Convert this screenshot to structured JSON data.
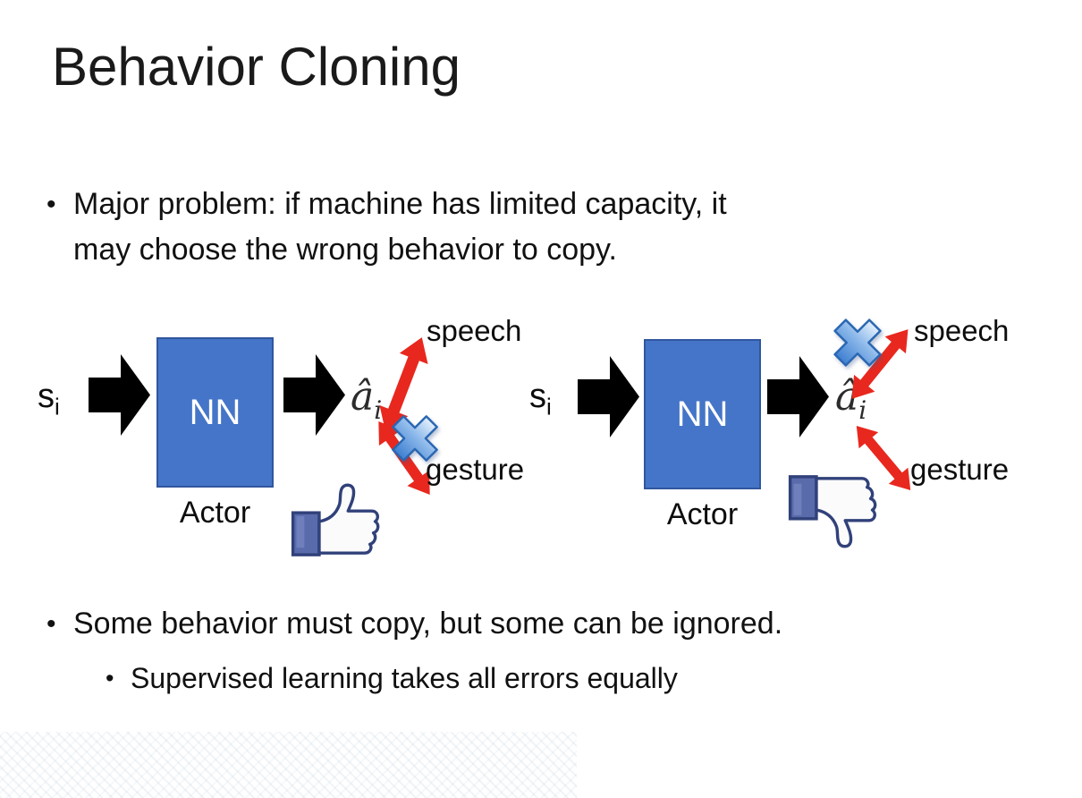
{
  "slide": {
    "title": "Behavior Cloning",
    "bullet_char": "•",
    "bullet1_lines": [
      "Major problem: if machine has limited capacity, it",
      "may choose the wrong behavior to copy."
    ],
    "bullet2": "Some behavior must copy, but some can be ignored.",
    "bullet2_sub": "Supervised learning takes all errors equally"
  },
  "diagram": {
    "input_label": "s",
    "input_sub": "i",
    "nn_label": "NN",
    "actor_label": "Actor",
    "output_label": "â",
    "output_sub": "i",
    "speech_label": "speech",
    "gesture_label": "gesture"
  },
  "colors": {
    "nn_fill": "#4575C8",
    "nn_border": "#31569E",
    "flow_arrow": "#000000",
    "link_arrow_red": "#E8281E",
    "x_light": "#E4F0FC",
    "x_mid": "#8CB8EA",
    "x_dark": "#3E7FD0",
    "x_border": "#2A67B2",
    "thumb_outline": "#31417A",
    "thumb_cuff": "#5A6BAC",
    "thumb_hand": "#FBFBFC"
  }
}
